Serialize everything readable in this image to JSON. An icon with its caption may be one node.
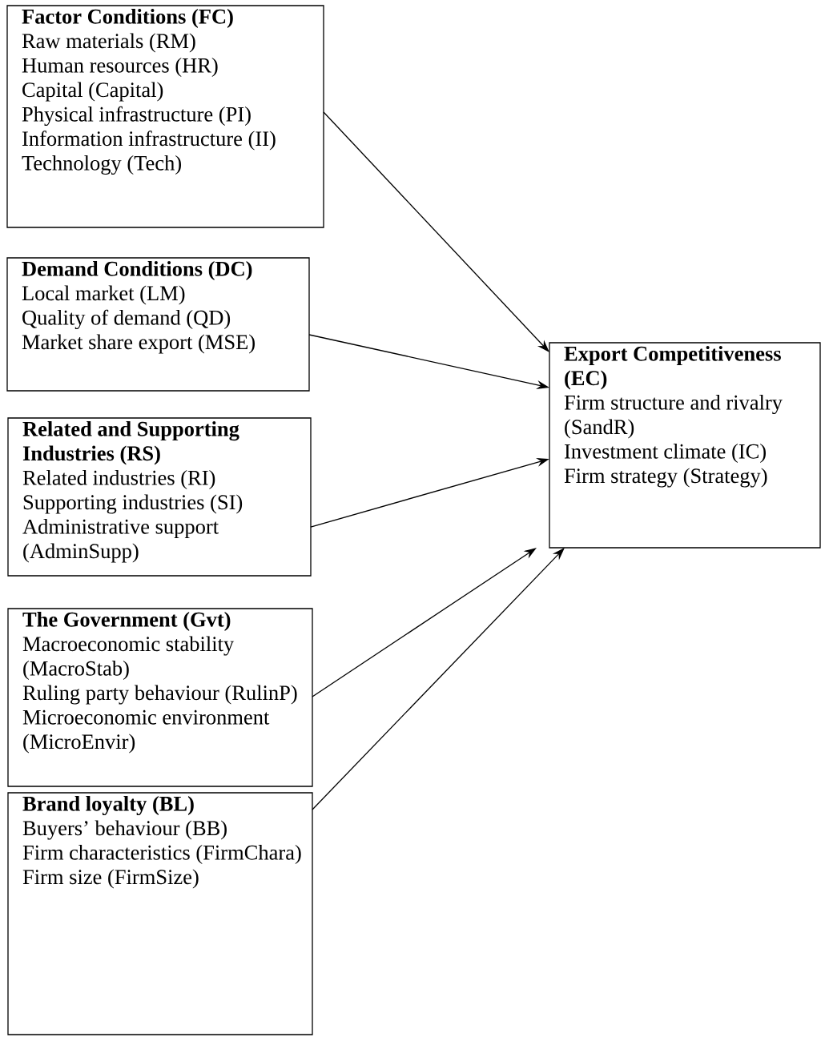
{
  "diagram": {
    "nodes": [
      {
        "text": [
          "Factor Conditions (FC)",
          "Raw materials (RM)",
          "Human resources (HR)",
          "Capital (Capital)",
          "Physical infrastructure (PI)",
          "Information infrastructure (II)",
          "Technology (Tech)"
        ]
      },
      {
        "text": [
          "Demand Conditions (DC)",
          "Local market (LM)",
          "Quality of demand (QD)",
          "Market share export (MSE)"
        ]
      },
      {
        "text": [
          "Related and Supporting Industries (RS)",
          "Related industries (RI)",
          "Supporting industries (SI)",
          "Administrative support (AdminSupp)"
        ]
      },
      {
        "text": [
          "The Government (Gvt)",
          "Macroeconomic stability (MacroStab)",
          "Ruling party behaviour (RulinP)",
          "Microeconomic environment (MicroEnvir)"
        ]
      },
      {
        "text": [
          "Brand loyalty (BL)",
          "Buyers’ behaviour (BB)",
          "Firm characteristics (FirmChara)",
          "Firm size (FirmSize)"
        ]
      },
      {
        "text": [
          "Export Competitiveness (EC)",
          "Firm structure and rivalry (SandR)",
          "Investment climate (IC)",
          "Firm strategy (Strategy)"
        ]
      }
    ],
    "edges": [
      {
        "from": 0,
        "to": 5,
        "arrow": "to"
      },
      {
        "from": 1,
        "to": 5,
        "arrow": "to"
      },
      {
        "from": 2,
        "to": 5,
        "arrow": "to"
      },
      {
        "from": 3,
        "to": 5,
        "arrow": "to"
      },
      {
        "from": 4,
        "to": 5,
        "arrow": "to"
      }
    ]
  }
}
